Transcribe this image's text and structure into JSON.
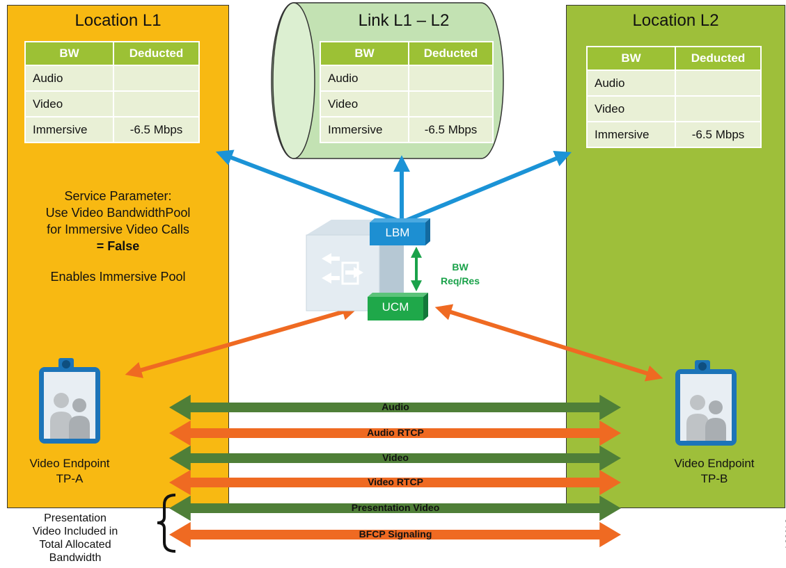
{
  "colors": {
    "location_l1": "#f8b912",
    "location_l2": "#9ebf3a",
    "link_fill": "#c3e2b3",
    "table_header": "#9cc135",
    "table_body": "#e9f0d6",
    "blue_arrow": "#1b93d6",
    "orange_arrow": "#ef6a22",
    "green_arrow": "#4f7f38",
    "lbm": "#1d8fd2",
    "ucm": "#1fa84a",
    "bw_req_res": "#1aa24a"
  },
  "location_l1": {
    "title": "Location L1",
    "table": {
      "headers": [
        "BW",
        "Deducted"
      ],
      "rows": [
        {
          "label": "Audio",
          "value": ""
        },
        {
          "label": "Video",
          "value": ""
        },
        {
          "label": "Immersive",
          "value": "-6.5 Mbps"
        }
      ]
    },
    "service_parameter": {
      "line1": "Service Parameter:",
      "line2": "Use Video BandwidthPool",
      "line3": "for Immersive Video Calls",
      "line4": "= False",
      "line5": "Enables Immersive Pool"
    },
    "endpoint": {
      "line1": "Video Endpoint",
      "line2": "TP-A"
    }
  },
  "link": {
    "title": "Link L1 – L2",
    "table": {
      "headers": [
        "BW",
        "Deducted"
      ],
      "rows": [
        {
          "label": "Audio",
          "value": ""
        },
        {
          "label": "Video",
          "value": ""
        },
        {
          "label": "Immersive",
          "value": "-6.5 Mbps"
        }
      ]
    }
  },
  "location_l2": {
    "title": "Location L2",
    "table": {
      "headers": [
        "BW",
        "Deducted"
      ],
      "rows": [
        {
          "label": "Audio",
          "value": ""
        },
        {
          "label": "Video",
          "value": ""
        },
        {
          "label": "Immersive",
          "value": "-6.5 Mbps"
        }
      ]
    },
    "endpoint": {
      "line1": "Video Endpoint",
      "line2": "TP-B"
    }
  },
  "nodes": {
    "lbm": "LBM",
    "ucm": "UCM",
    "bw_req_line1": "BW",
    "bw_req_line2": "Req/Res"
  },
  "flows": [
    "Audio",
    "Audio RTCP",
    "Video",
    "Video RTCP",
    "Presentation Video",
    "BFCP Signaling"
  ],
  "presentation_note": {
    "line1": "Presentation",
    "line2": "Video Included in",
    "line3": "Total Allocated",
    "line4": "Bandwidth"
  },
  "figure_id": "346334"
}
